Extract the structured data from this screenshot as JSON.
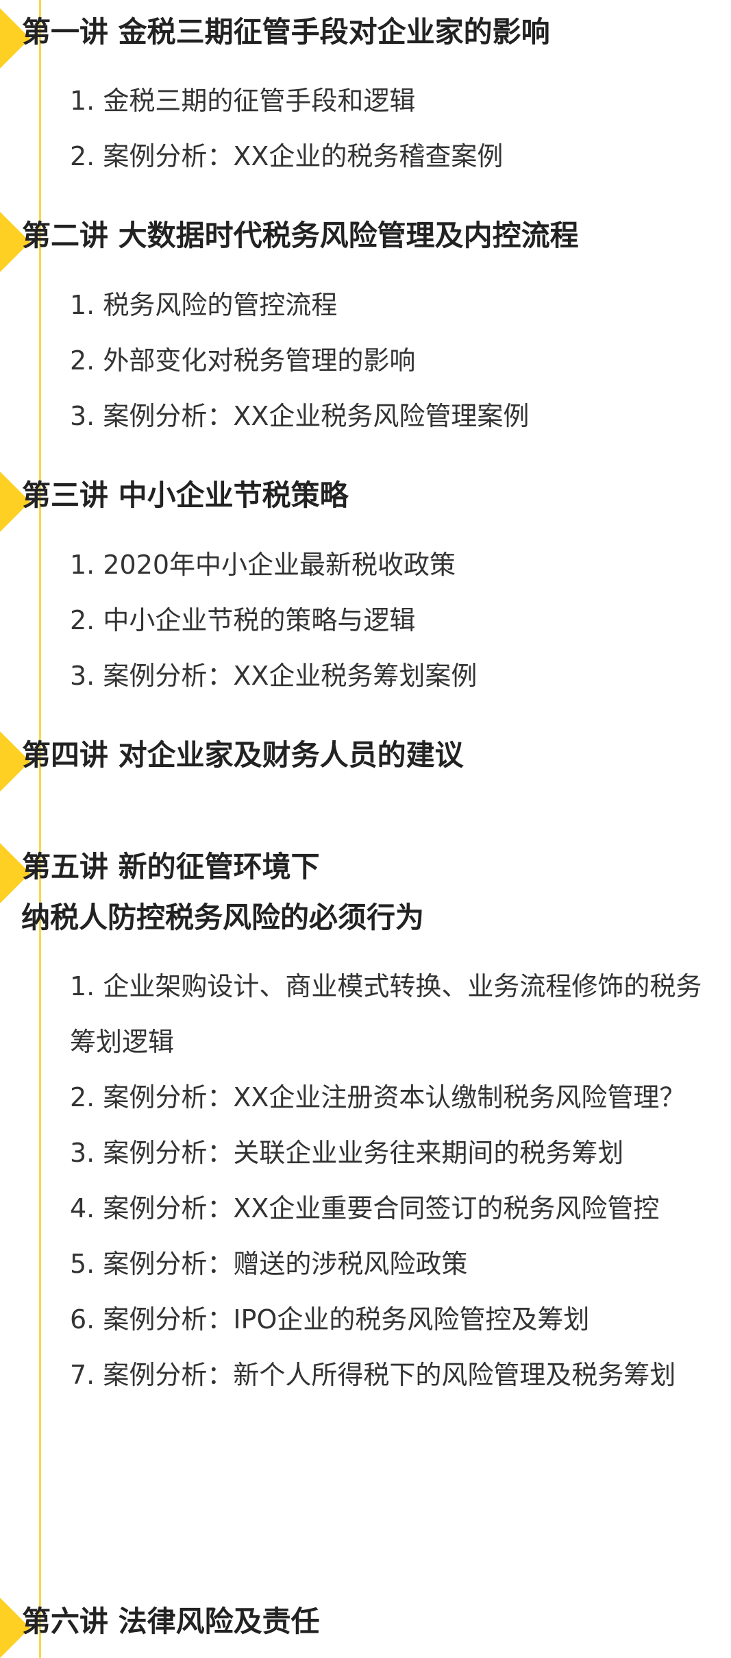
{
  "lectures": [
    {
      "title": "第一讲 金税三期征管手段对企业家的影响",
      "items": [
        "1. 金税三期的征管手段和逻辑",
        "2. 案例分析：XX企业的税务稽查案例"
      ]
    },
    {
      "title": "第二讲 大数据时代税务风险管理及内控流程",
      "items": [
        "1. 税务风险的管控流程",
        "2. 外部变化对税务管理的影响",
        "3. 案例分析：XX企业税务风险管理案例"
      ]
    },
    {
      "title": "第三讲 中小企业节税策略",
      "items": [
        "1. 2020年中小企业最新税收政策",
        "2. 中小企业节税的策略与逻辑",
        "3. 案例分析：XX企业税务筹划案例"
      ]
    },
    {
      "title": "第四讲 对企业家及财务人员的建议",
      "items": []
    },
    {
      "title_line1": "第五讲 新的征管环境下",
      "title_line2": "纳税人防控税务风险的必须行为",
      "items": [
        "1. 企业架购设计、商业模式转换、业务流程修饰的税务筹划逻辑",
        "2. 案例分析：XX企业注册资本认缴制税务风险管理？",
        "3. 案例分析：关联企业业务往来期间的税务筹划",
        "4. 案例分析：XX企业重要合同签订的税务风险管控",
        "5. 案例分析：赠送的涉税风险政策",
        "6. 案例分析：IPO企业的税务风险管控及筹划",
        "7. 案例分析：新个人所得税下的风险管理及税务筹划"
      ]
    },
    {
      "title": "第六讲 法律风险及责任",
      "items": []
    }
  ],
  "colors": {
    "accent": "#f6d94b",
    "marker": "#fdd023",
    "heading": "#222222",
    "text": "#333333"
  }
}
